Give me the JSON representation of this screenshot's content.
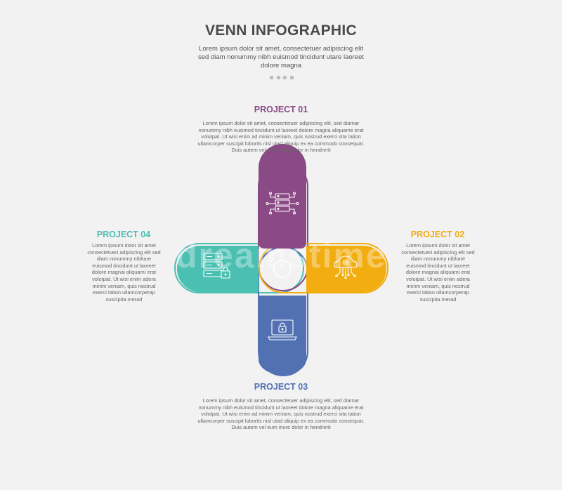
{
  "header": {
    "title": "VENN INFOGRAPHIC",
    "subtitle": "Lorem ipsum dolor sit amet, consectetuer adipiscing elit sed diam nonummy nibh euismod tincidunt utare laoreet dolore magna"
  },
  "watermark": "dreamstime",
  "colors": {
    "project1": "#8a4a85",
    "project2": "#f2ad10",
    "project3": "#5171b3",
    "project4": "#4bbfb2"
  },
  "projects": {
    "p1": {
      "title": "PROJECT 01",
      "text": "Lorem ipsum dolor sit amet, consectetuer adipiscing elit, sed diamar nonummy nibh euismod tincidunt ut laoreet dolore magna aliquame erat volutpat. Ut wisi enim ad minim veniam, quis nostrud exerci sita tation ullamcorper suscipit lobortis nisl utad aliquip ex ea commodo consequat. Duis autem vel eum iriure dolor in hendrerit",
      "icon": "server-network-icon"
    },
    "p2": {
      "title": "PROJECT 02",
      "text": "Lorem ipsumi dolor sit amet consectetueri adipiscing elit sed diam nonummy nibhare euismod tincidunt ut laoreet dolore magnai aliquami erat volutpat. Ut wisi enim adera minim veniam, quis nostrud exerci tation ullamcorperap suscipita merad",
      "icon": "cloud-gear-icon"
    },
    "p3": {
      "title": "PROJECT 03",
      "text": "Lorem ipsum dolor sit amet, consectetuer adipiscing elit, sed diamar nonummy nibh euismod tincidunt ut laoreet dolore magna aliquame erat volutpat. Ut wisi enim ad minim veniam, quis nostrud exerci sita tation ullamcorper suscipit lobortis nisl utad aliquip ex ea commodo consequat. Duis autem vel eum iriure dolor in hendrerit",
      "icon": "laptop-lock-icon"
    },
    "p4": {
      "title": "PROJECT 04",
      "text": "Lorem ipsumi dolor sit amet consectetueri adipiscing elit sed diam nonummy nibhare euismod tincidunt ut laoreet dolore magnai aliquami erat volutpat. Ut wisi enim adera minim veniam, quis nostrud exerci tation ullamcorperap suscipita merad",
      "icon": "server-lock-icon"
    }
  }
}
